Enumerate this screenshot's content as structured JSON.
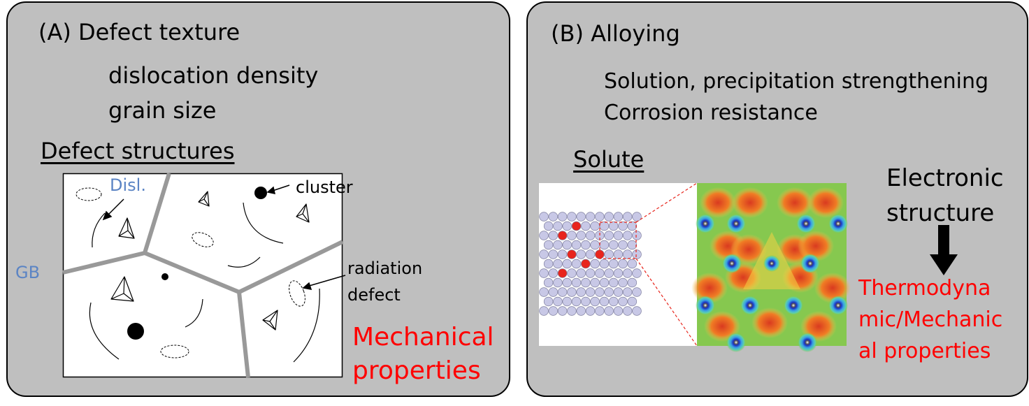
{
  "panel_a": {
    "title": "(A) Defect texture",
    "items": [
      "dislocation density",
      "grain size"
    ],
    "section_title": "Defect structures",
    "labels": {
      "dislocation": "Disl.",
      "cluster": "cluster",
      "radiation_line1": "radiation",
      "radiation_line2": "defect",
      "grain_boundary": "GB"
    },
    "outcome_lines": [
      "Mechanical",
      "properties"
    ]
  },
  "panel_b": {
    "title": "(B) Alloying",
    "items": [
      "Solution, precipitation strengthening",
      "Corrosion resistance"
    ],
    "section_title": "Solute",
    "electronic_lines": [
      "Electronic",
      "structure"
    ],
    "outcome_lines": [
      "Thermodyna",
      "mic/Mechanic",
      "al properties"
    ]
  },
  "colors": {
    "panel_bg": "#bfbfbf",
    "outcome": "#ff0000",
    "defect_label": "#5b84c4",
    "grain_boundary_line": "#999999",
    "solute_atom": "#e8251c",
    "host_atom": "#c8c8e6"
  }
}
